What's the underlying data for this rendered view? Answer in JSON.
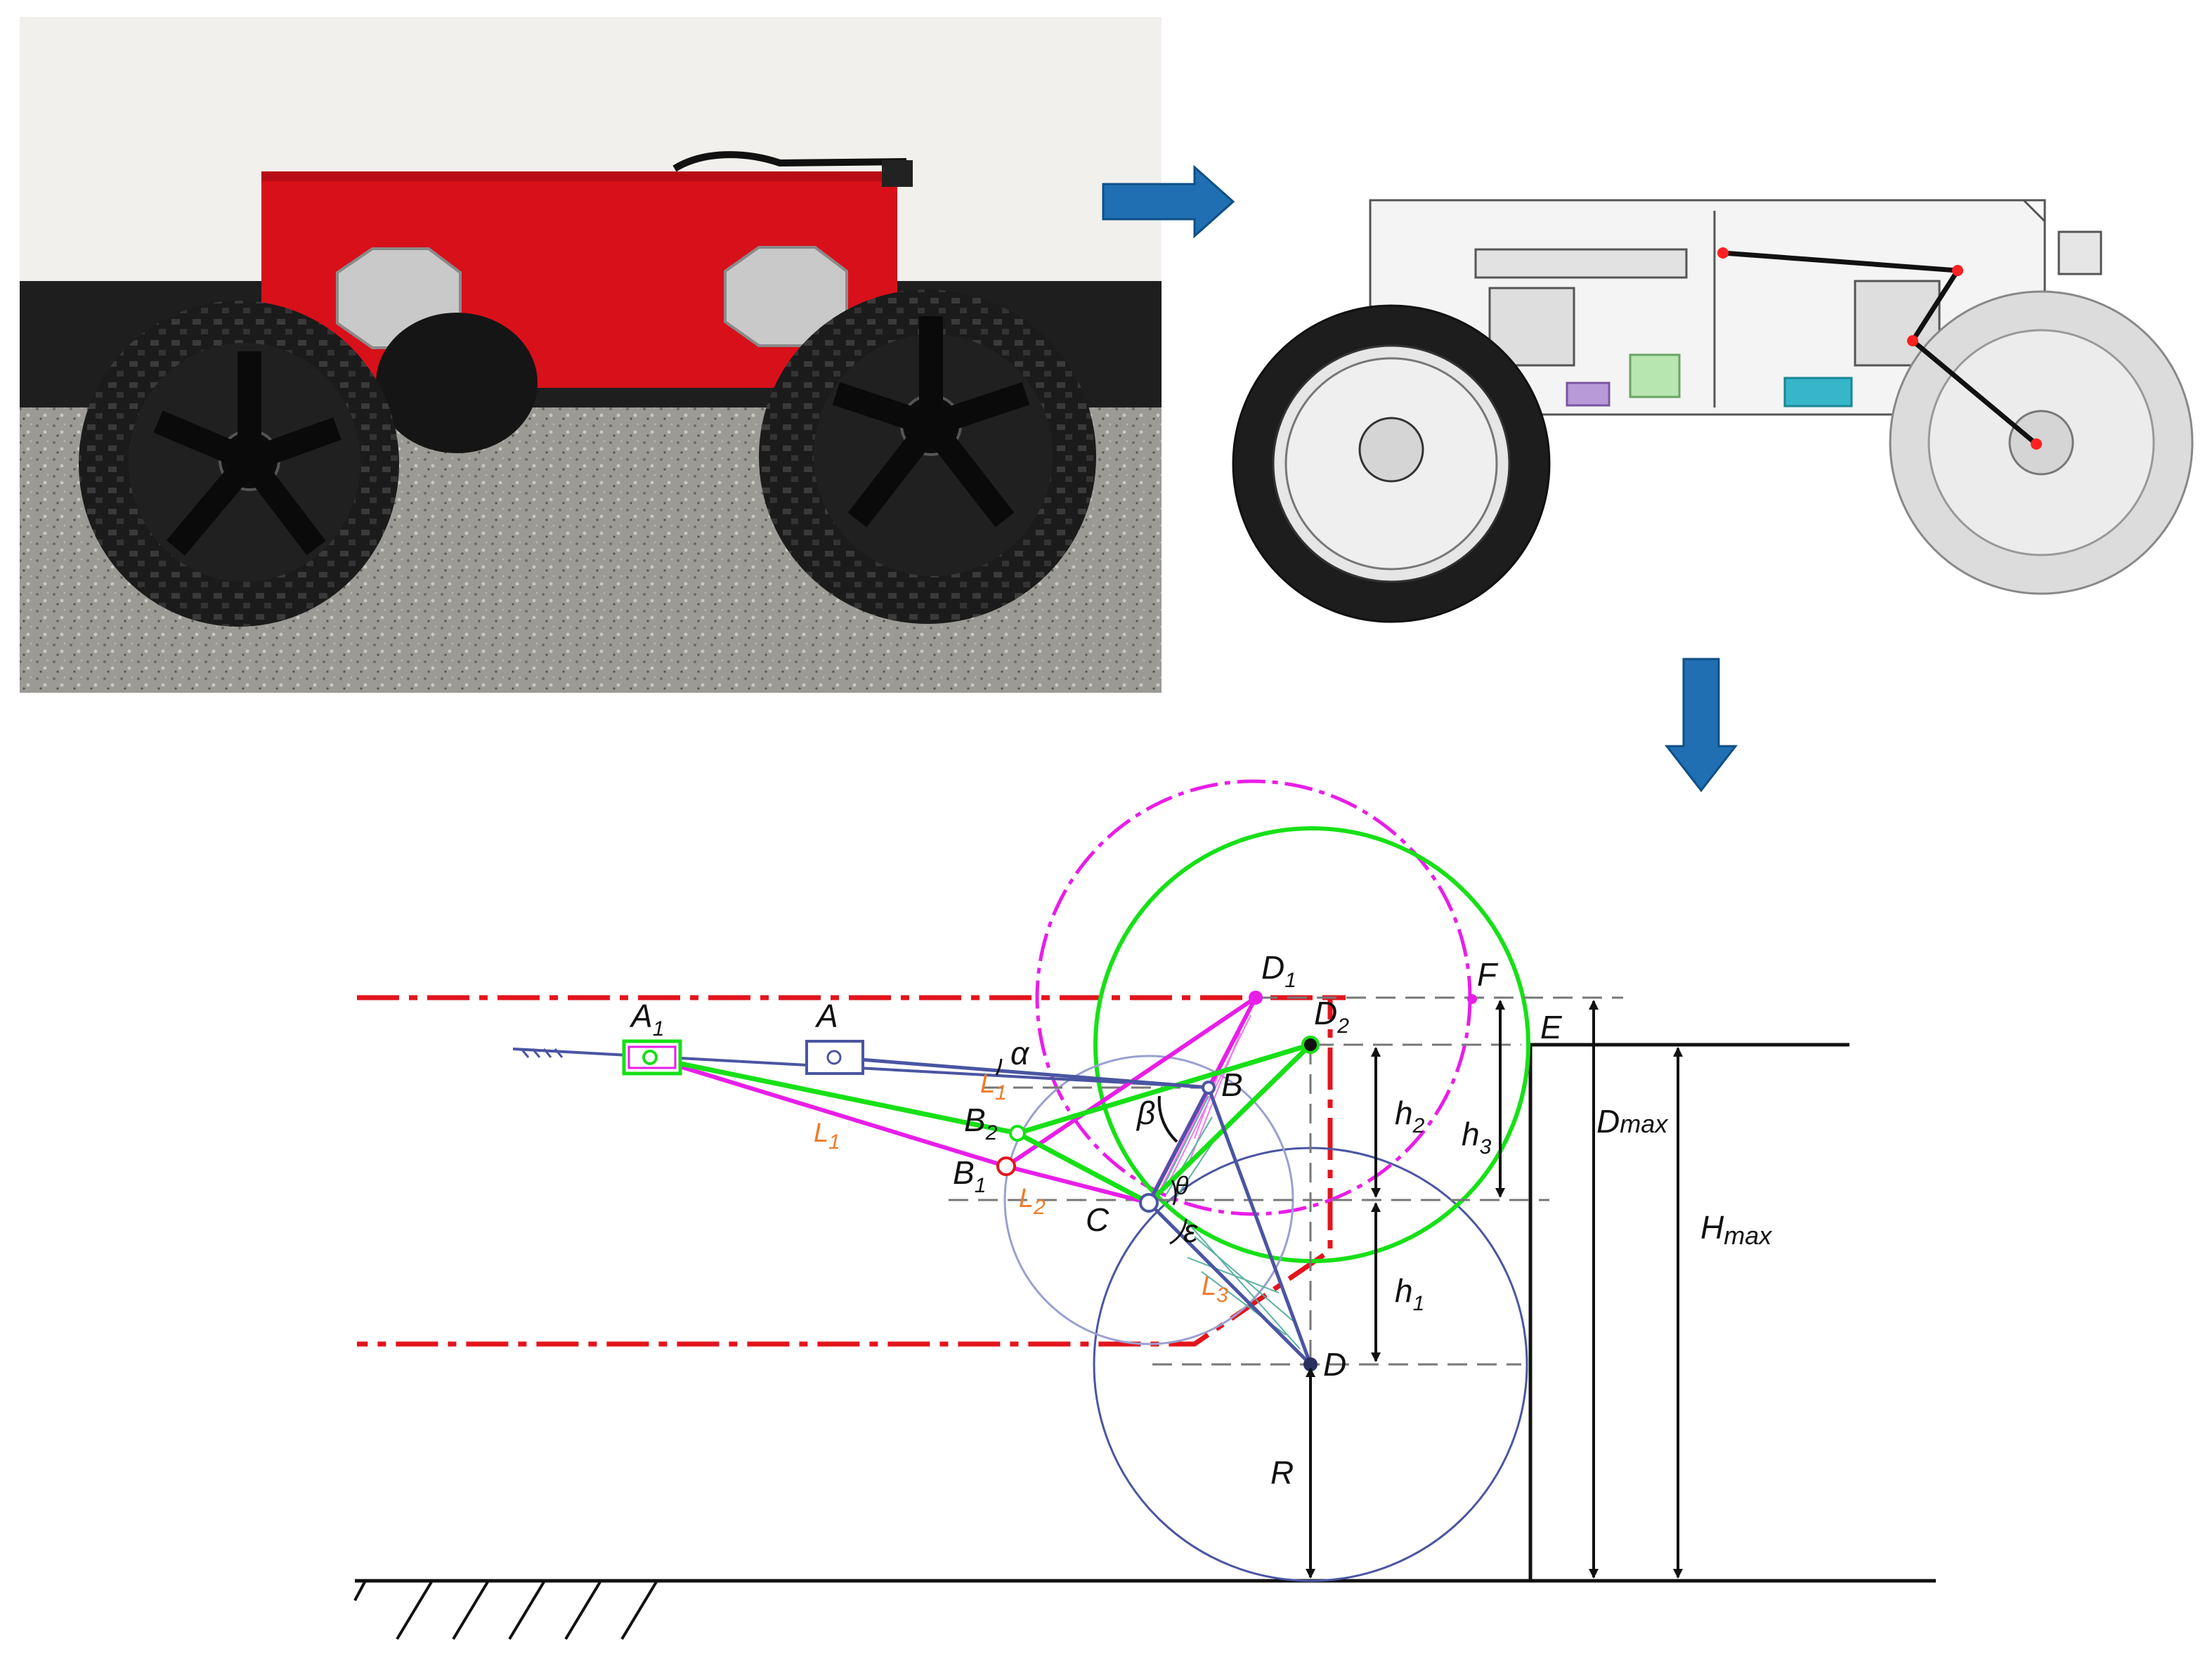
{
  "colors": {
    "chassis_red": "#e3141c",
    "magenta": "#e81ee8",
    "green": "#17e017",
    "blue": "#4a55a2",
    "orange_label": "#f07a2a",
    "arrow_blue": "#1f6fb2",
    "line_black": "#111111"
  },
  "panels": {
    "photo": {
      "subject": "four-wheeled robot chassis with red body",
      "icon": "robot-photo"
    },
    "cad": {
      "subject": "chassis CAD line drawing with highlighted linkage",
      "icon": "cad-drawing"
    },
    "schematic": {
      "subject": "suspension linkage kinematic schematic"
    }
  },
  "arrows": [
    {
      "name": "arrow-right-icon",
      "direction": "right"
    },
    {
      "name": "arrow-down-icon",
      "direction": "down"
    }
  ],
  "labels": {
    "A1": {
      "main": "A",
      "sub": "1"
    },
    "A": {
      "main": "A",
      "sub": ""
    },
    "alpha": {
      "main": "α",
      "sub": ""
    },
    "L1_small": {
      "main": "L",
      "sub": "1"
    },
    "L1_big": {
      "main": "L",
      "sub": "1"
    },
    "B": {
      "main": "B",
      "sub": ""
    },
    "B2": {
      "main": "B",
      "sub": "2"
    },
    "B1": {
      "main": "B",
      "sub": "1"
    },
    "beta": {
      "main": "β",
      "sub": ""
    },
    "theta": {
      "main": "θ",
      "sub": ""
    },
    "L2": {
      "main": "L",
      "sub": "2"
    },
    "C": {
      "main": "C",
      "sub": ""
    },
    "epsilon": {
      "main": "ε",
      "sub": ""
    },
    "L3": {
      "main": "L",
      "sub": "3"
    },
    "D1": {
      "main": "D",
      "sub": "1"
    },
    "D2": {
      "main": "D",
      "sub": "2"
    },
    "D": {
      "main": "D",
      "sub": ""
    },
    "F": {
      "main": "F",
      "sub": ""
    },
    "E": {
      "main": "E",
      "sub": ""
    },
    "h1": {
      "main": "h",
      "sub": "1"
    },
    "h2": {
      "main": "h",
      "sub": "2"
    },
    "h3": {
      "main": "h",
      "sub": "3"
    },
    "R": {
      "main": "R",
      "sub": ""
    },
    "Dmax": {
      "main": "D",
      "sub": "max"
    },
    "Hmax": {
      "main": "H",
      "sub": "max"
    }
  }
}
